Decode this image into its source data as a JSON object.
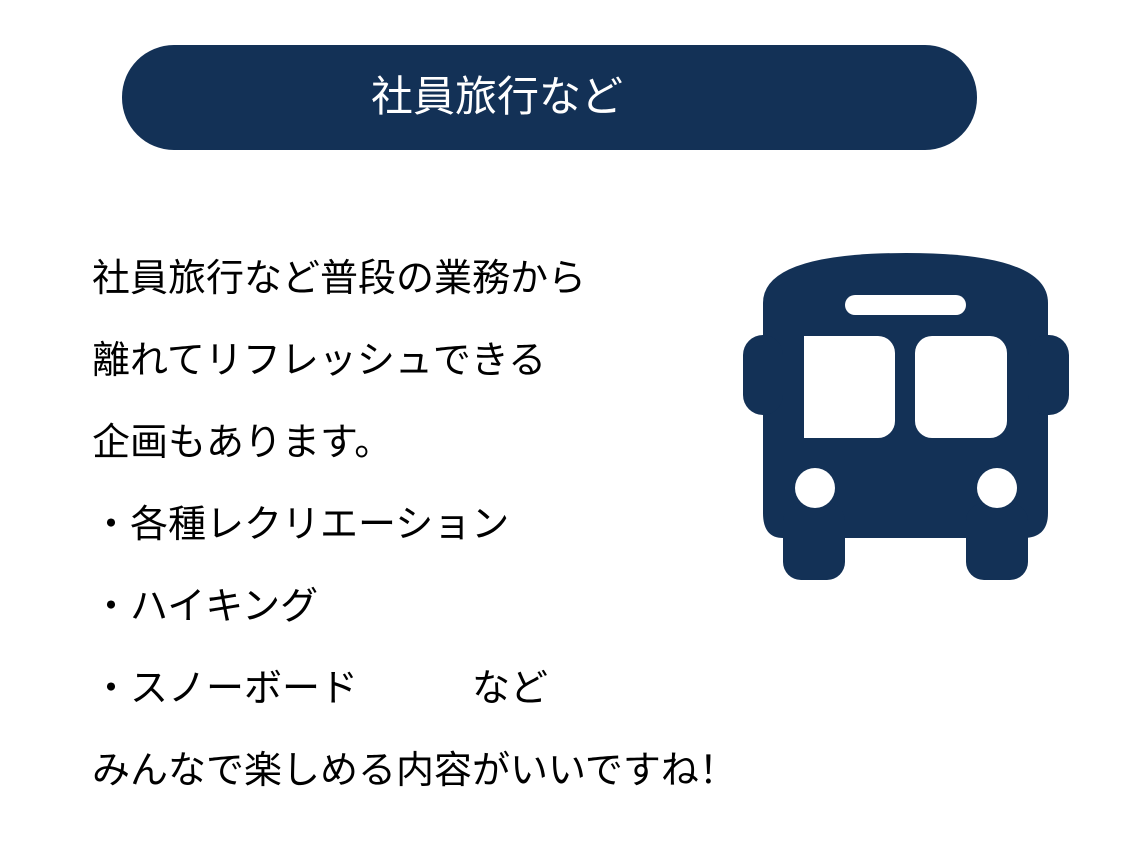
{
  "title": "社員旅行など",
  "body": {
    "lines": [
      "社員旅行など普段の業務から",
      "離れてリフレッシュできる",
      "企画もあります。",
      "・各種レクリエーション",
      "・ハイキング",
      "・スノーボード　　　など",
      "みんなで楽しめる内容がいいですね！"
    ]
  },
  "icon": "bus-icon",
  "colors": {
    "accent": "#133156"
  }
}
